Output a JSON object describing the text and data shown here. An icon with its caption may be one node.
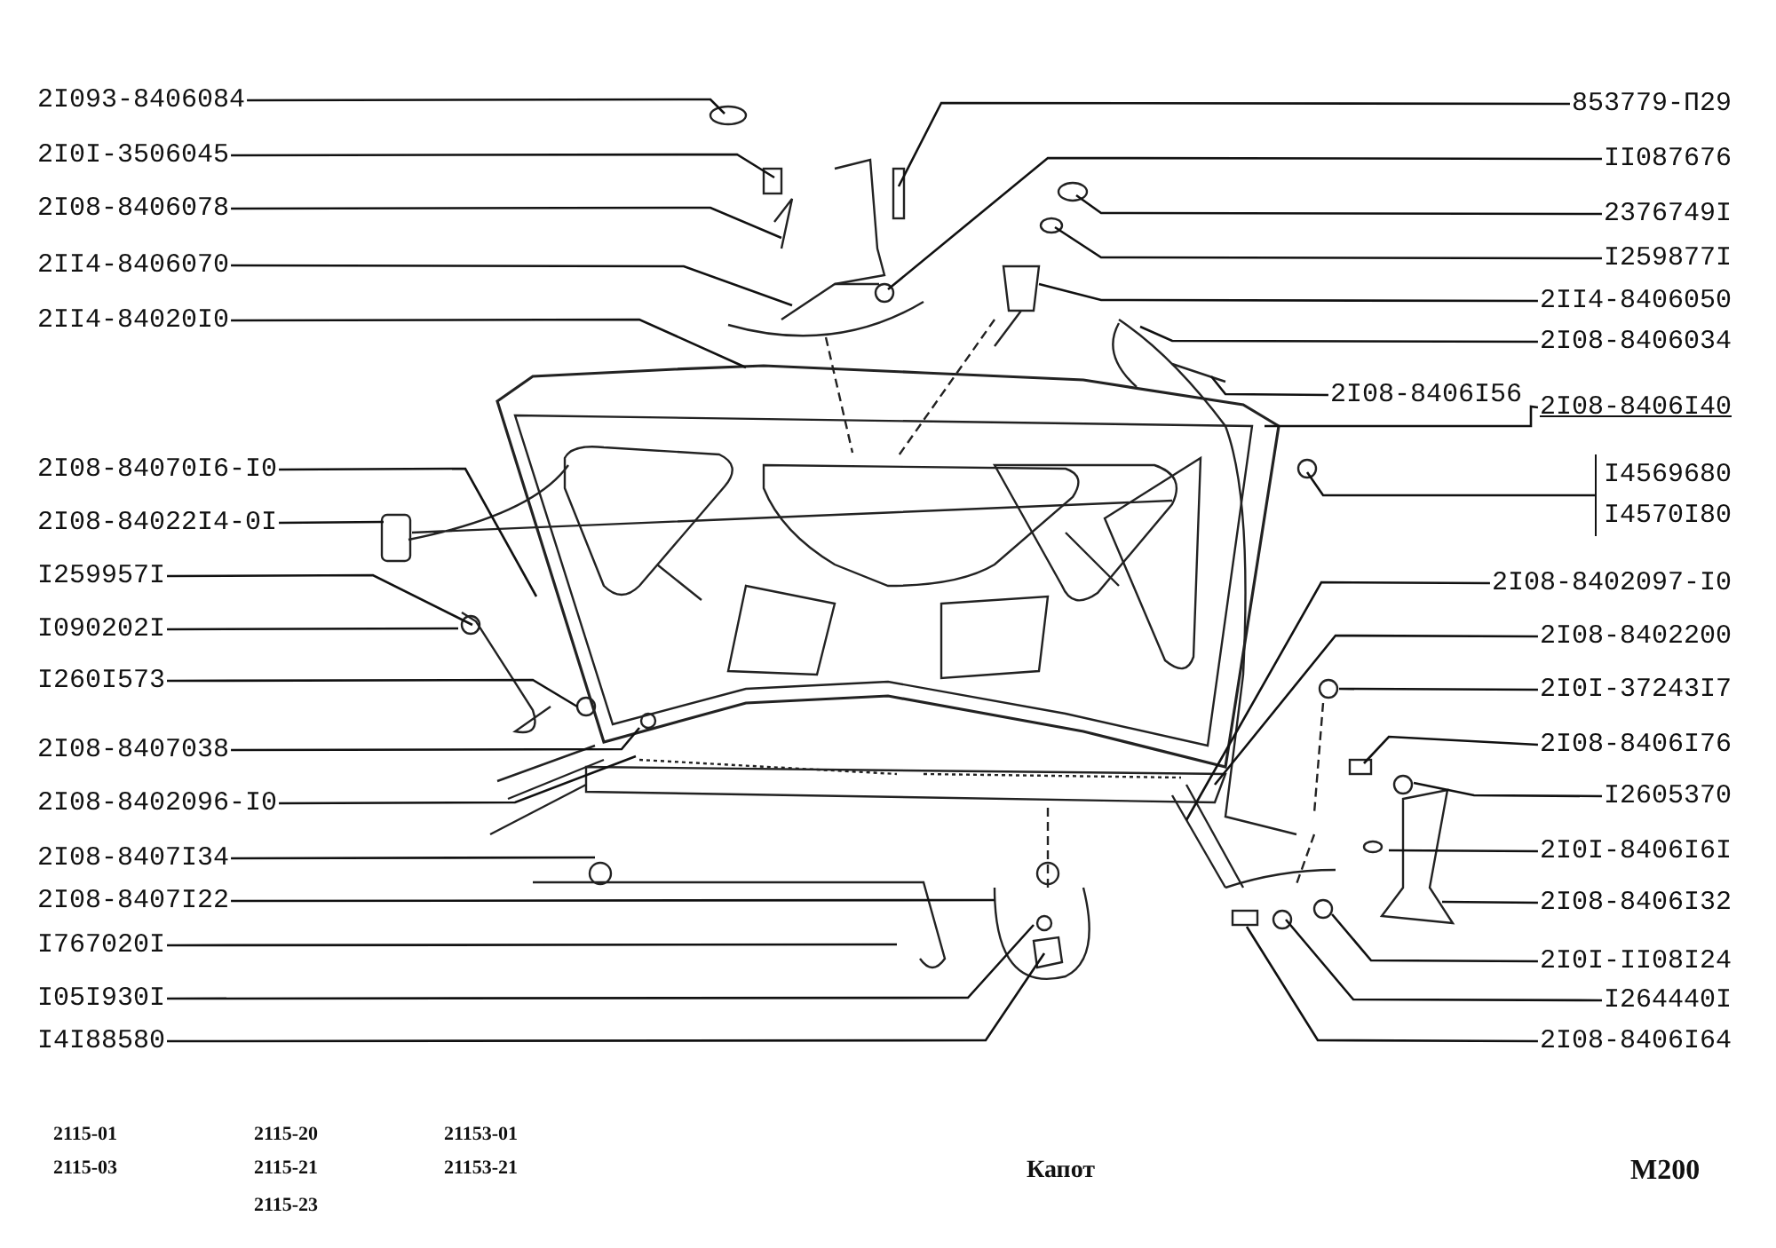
{
  "diagram": {
    "title": "Капот",
    "nodes": [
      {
        "text": [
          "2I093-8406084"
        ]
      },
      {
        "text": [
          "2I0I-3506045"
        ]
      },
      {
        "text": [
          "2I08-8406078"
        ]
      },
      {
        "text": [
          "2II4-8406070"
        ]
      },
      {
        "text": [
          "2II4-84020I0"
        ]
      },
      {
        "text": [
          "2I08-84070I6-I0"
        ]
      },
      {
        "text": [
          "2I08-84022I4-0I"
        ]
      },
      {
        "text": [
          "I259957I"
        ]
      },
      {
        "text": [
          "I090202I"
        ]
      },
      {
        "text": [
          "I260I573"
        ]
      },
      {
        "text": [
          "2I08-8407038"
        ]
      },
      {
        "text": [
          "2I08-8402096-I0"
        ]
      },
      {
        "text": [
          "2I08-8407I34"
        ]
      },
      {
        "text": [
          "2I08-8407I22"
        ]
      },
      {
        "text": [
          "I767020I"
        ]
      },
      {
        "text": [
          "I05I930I"
        ]
      },
      {
        "text": [
          "I4I88580"
        ]
      },
      {
        "text": [
          "853779-П29"
        ]
      },
      {
        "text": [
          "II087676"
        ]
      },
      {
        "text": [
          "2376749I"
        ]
      },
      {
        "text": [
          "I259877I"
        ]
      },
      {
        "text": [
          "2II4-8406050"
        ]
      },
      {
        "text": [
          "2I08-8406034"
        ]
      },
      {
        "text": [
          "2I08-8406I56"
        ]
      },
      {
        "text": [
          "2I08-8406I40"
        ]
      },
      {
        "text": [
          "I4569680",
          "I4570I80"
        ]
      },
      {
        "text": [
          "2I08-8402097-I0"
        ]
      },
      {
        "text": [
          "2I08-8402200"
        ]
      },
      {
        "text": [
          "2I0I-37243I7"
        ]
      },
      {
        "text": [
          "2I08-8406I76"
        ]
      },
      {
        "text": [
          "I2605370"
        ]
      },
      {
        "text": [
          "2I0I-8406I6I"
        ]
      },
      {
        "text": [
          "2I08-8406I32"
        ]
      },
      {
        "text": [
          "2I0I-II08I24"
        ]
      },
      {
        "text": [
          "I264440I"
        ]
      },
      {
        "text": [
          "2I08-8406I64"
        ]
      }
    ],
    "edges": [
      {
        "from": 0,
        "to": null,
        "arrow": "none"
      },
      {
        "from": 1,
        "to": null,
        "arrow": "none"
      },
      {
        "from": 2,
        "to": null,
        "arrow": "none"
      },
      {
        "from": 3,
        "to": null,
        "arrow": "none"
      },
      {
        "from": 4,
        "to": null,
        "arrow": "none"
      },
      {
        "from": 5,
        "to": null,
        "arrow": "none"
      },
      {
        "from": 6,
        "to": null,
        "arrow": "none"
      },
      {
        "from": 7,
        "to": null,
        "arrow": "none"
      },
      {
        "from": 8,
        "to": null,
        "arrow": "none"
      },
      {
        "from": 9,
        "to": null,
        "arrow": "none"
      },
      {
        "from": 10,
        "to": null,
        "arrow": "none"
      },
      {
        "from": 11,
        "to": null,
        "arrow": "none"
      },
      {
        "from": 12,
        "to": null,
        "arrow": "none"
      },
      {
        "from": 13,
        "to": null,
        "arrow": "none"
      },
      {
        "from": 14,
        "to": null,
        "arrow": "none"
      },
      {
        "from": 15,
        "to": null,
        "arrow": "none"
      },
      {
        "from": 16,
        "to": null,
        "arrow": "none"
      },
      {
        "from": 17,
        "to": null,
        "arrow": "none"
      },
      {
        "from": 18,
        "to": null,
        "arrow": "none"
      },
      {
        "from": 19,
        "to": null,
        "arrow": "none"
      },
      {
        "from": 20,
        "to": null,
        "arrow": "none"
      },
      {
        "from": 21,
        "to": null,
        "arrow": "none"
      },
      {
        "from": 22,
        "to": null,
        "arrow": "none"
      },
      {
        "from": 23,
        "to": null,
        "arrow": "none"
      },
      {
        "from": 24,
        "to": null,
        "arrow": "none"
      },
      {
        "from": 25,
        "to": null,
        "arrow": "none"
      },
      {
        "from": 26,
        "to": null,
        "arrow": "none"
      },
      {
        "from": 27,
        "to": null,
        "arrow": "none"
      },
      {
        "from": 28,
        "to": null,
        "arrow": "none"
      },
      {
        "from": 29,
        "to": null,
        "arrow": "none"
      },
      {
        "from": 30,
        "to": null,
        "arrow": "none"
      },
      {
        "from": 31,
        "to": null,
        "arrow": "none"
      },
      {
        "from": 32,
        "to": null,
        "arrow": "none"
      },
      {
        "from": 33,
        "to": null,
        "arrow": "none"
      },
      {
        "from": 34,
        "to": null,
        "arrow": "none"
      },
      {
        "from": 35,
        "to": null,
        "arrow": "none"
      }
    ],
    "labels": [
      "2115-01",
      "2115-20",
      "21153-01",
      "2115-03",
      "2115-21",
      "21153-21",
      "2115-23",
      "M200"
    ]
  }
}
